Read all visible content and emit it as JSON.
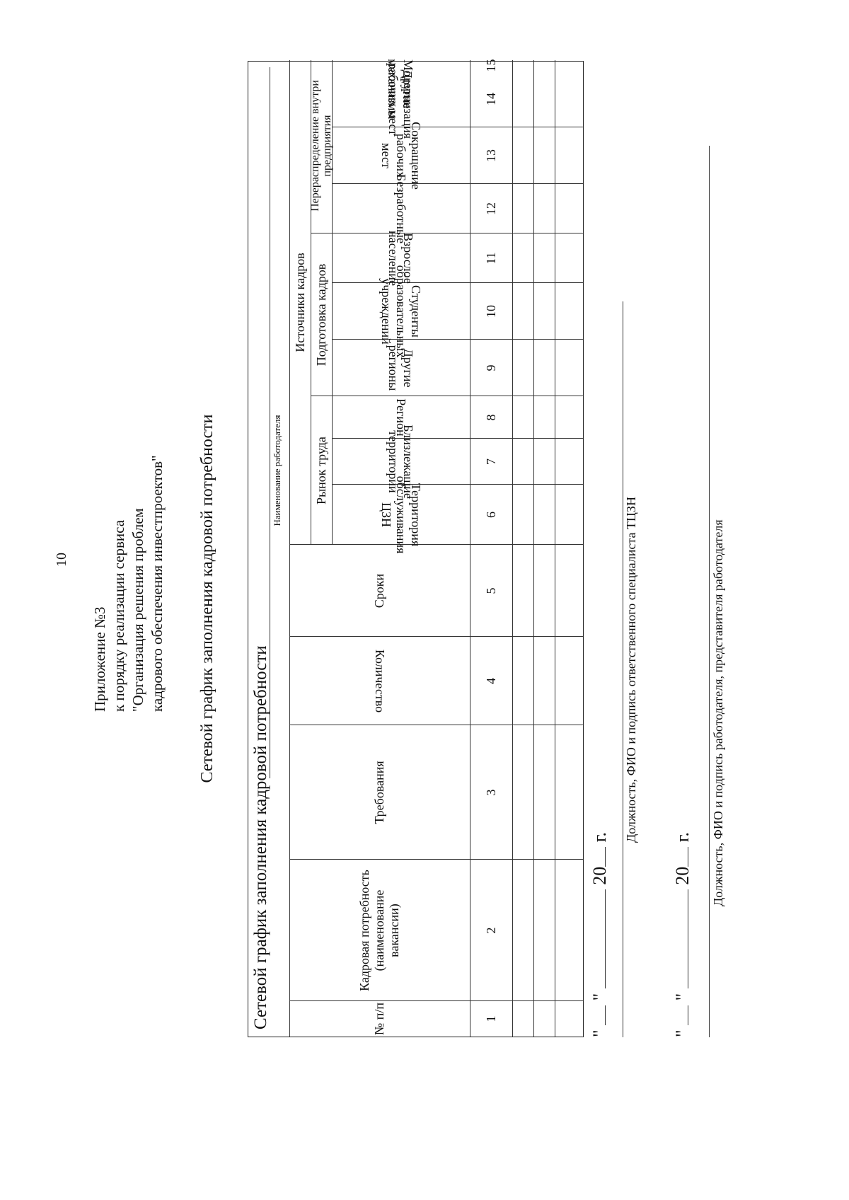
{
  "page_number": "10",
  "appendix": {
    "line1": "Приложение №3",
    "line2": "к порядку реализации сервиса",
    "line3": "\"Организация решения проблем",
    "line4": "кадрового обеспечения инвестпроектов\""
  },
  "document_title": "Сетевой график заполнения кадровой потребности",
  "form": {
    "title": "Сетевой график заполнения кадровой потребности",
    "employer_caption": "Наименование работодателя",
    "headers": {
      "num": "№ п/п",
      "need": "Кадровая потребность (наименование вакансии)",
      "requirements": "Требования",
      "quantity": "Количество",
      "terms": "Сроки",
      "sources": "Источники кадров",
      "labor_market": "Рынок труда",
      "training": "Подготовка кадров",
      "redistribution": "Перераспределение внутри предприятия",
      "tszn_territory": "Территория обслуживания ЦЗН",
      "nearby": "Близлежащие территории",
      "region": "Регион",
      "other_regions": "Другие регионы",
      "students": "Студенты образовательных учреждений",
      "adults": "Взрослое население",
      "unemployed": "Безработные",
      "job_cuts": "Сокращение рабочих мест",
      "modernization": "Модернизация рабочих мест",
      "other_mechanisms": "Другие механизмы"
    },
    "column_numbers": [
      "1",
      "2",
      "3",
      "4",
      "5",
      "6",
      "7",
      "8",
      "9",
      "10",
      "11",
      "12",
      "13",
      "14",
      "15"
    ]
  },
  "date_line_1": {
    "quote_open": "\"",
    "quote_close": "\"",
    "year_prefix": "20",
    "year_suffix": "г."
  },
  "signature_1": "Должность, ФИО и подпись ответственного специалиста ТЦЗН",
  "date_line_2": {
    "quote_open": "\"",
    "quote_close": "\"",
    "year_prefix": "20",
    "year_suffix": "г."
  },
  "signature_2": "Должность, ФИО и подпись работодателя, представителя работодателя"
}
